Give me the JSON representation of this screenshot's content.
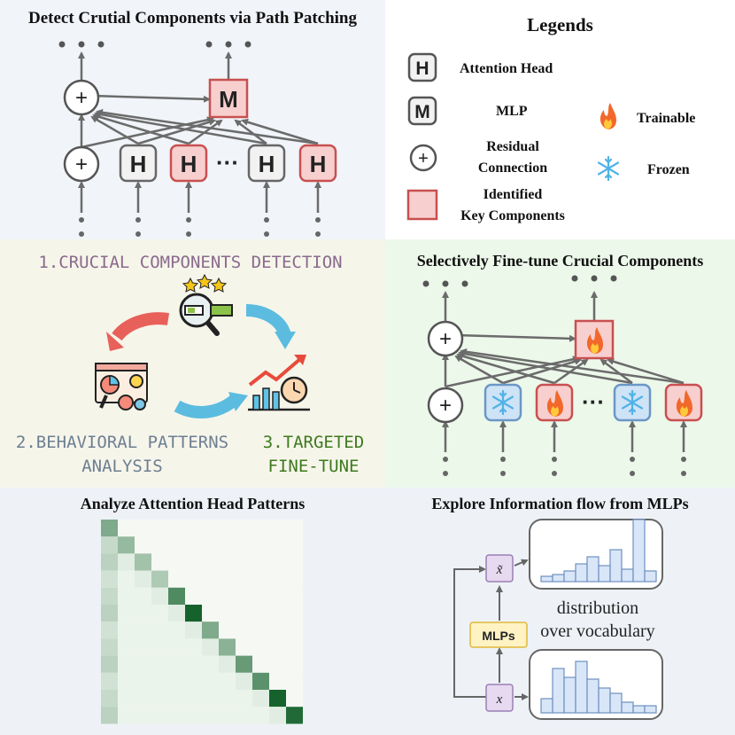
{
  "panels": {
    "detect": {
      "title": "Detect Crutial Components via Path Patching",
      "head_letter": "H",
      "mlp_letter": "M",
      "plus": "+",
      "dots": "• • •",
      "ellipsis": "···"
    },
    "legend": {
      "title": "Legends",
      "items": [
        {
          "icon": "H",
          "label": "Attention Head"
        },
        {
          "icon": "M",
          "label": "MLP"
        },
        {
          "icon": "+",
          "label_line1": "Residual",
          "label_line2": "Connection"
        },
        {
          "icon": "box",
          "label_line1": "Identified",
          "label_line2": "Key Components"
        }
      ],
      "trainable_label": "Trainable",
      "frozen_label": "Frozen"
    },
    "workflow": {
      "step1": "1.CRUCIAL COMPONENTS DETECTION",
      "step2_line1": "2.BEHAVIORAL PATTERNS",
      "step2_line2": "ANALYSIS",
      "step3_line1": "3.TARGETED",
      "step3_line2": "FINE-TUNE",
      "colors": {
        "step1": "#8a6a8c",
        "step2": "#6d7f92",
        "step3": "#3e7a1e"
      }
    },
    "finetune": {
      "title": "Selectively Fine-tune Crucial Components",
      "plus": "+",
      "ellipsis": "···"
    },
    "attention": {
      "title": "Analyze Attention Head Patterns"
    },
    "mlp_flow": {
      "title": "Explore Information flow from MLPs",
      "x_tilde": "x̃",
      "x": "x",
      "mlps_label": "MLPs",
      "caption_line1": "distribution",
      "caption_line2": "over vocabulary"
    }
  },
  "colors": {
    "key_fill": "#f8cfcf",
    "key_stroke": "#c85050",
    "frozen_fill": "#cfe3f6",
    "frozen_stroke": "#6a97c6",
    "heat_max": "#0a5a22",
    "hist_fill": "#d8e6f8",
    "hist_stroke": "#6f8fbf"
  }
}
